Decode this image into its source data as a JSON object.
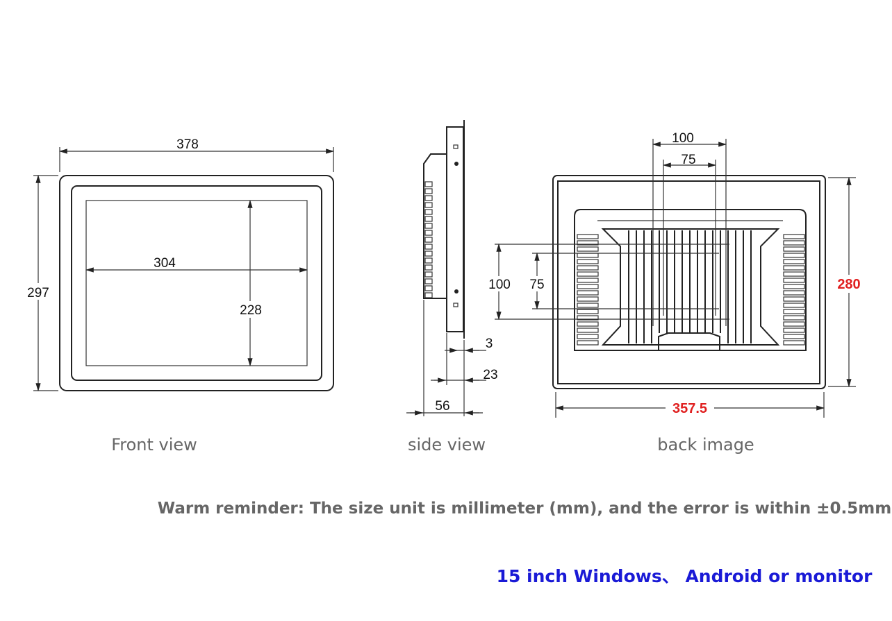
{
  "front_view": {
    "caption": "Front view",
    "width": "378",
    "height": "297",
    "screen_width": "304",
    "screen_height": "228"
  },
  "side_view": {
    "caption": "side view",
    "dim_a": "3",
    "dim_b": "23",
    "dim_c": "56"
  },
  "back_view": {
    "caption": "back image",
    "vesa_outer": "100",
    "vesa_inner": "75",
    "vesa_outer_v": "100",
    "vesa_inner_v": "75",
    "height": "280",
    "width": "357.5"
  },
  "note": "Warm reminder: The size unit is millimeter (mm), and the error is within ±0.5mm",
  "footer": "15 inch Windows、 Android or monitor",
  "colors": {
    "dimension_red": "#e02020",
    "footer_blue": "#1a1ad6",
    "caption_gray": "#666666"
  }
}
